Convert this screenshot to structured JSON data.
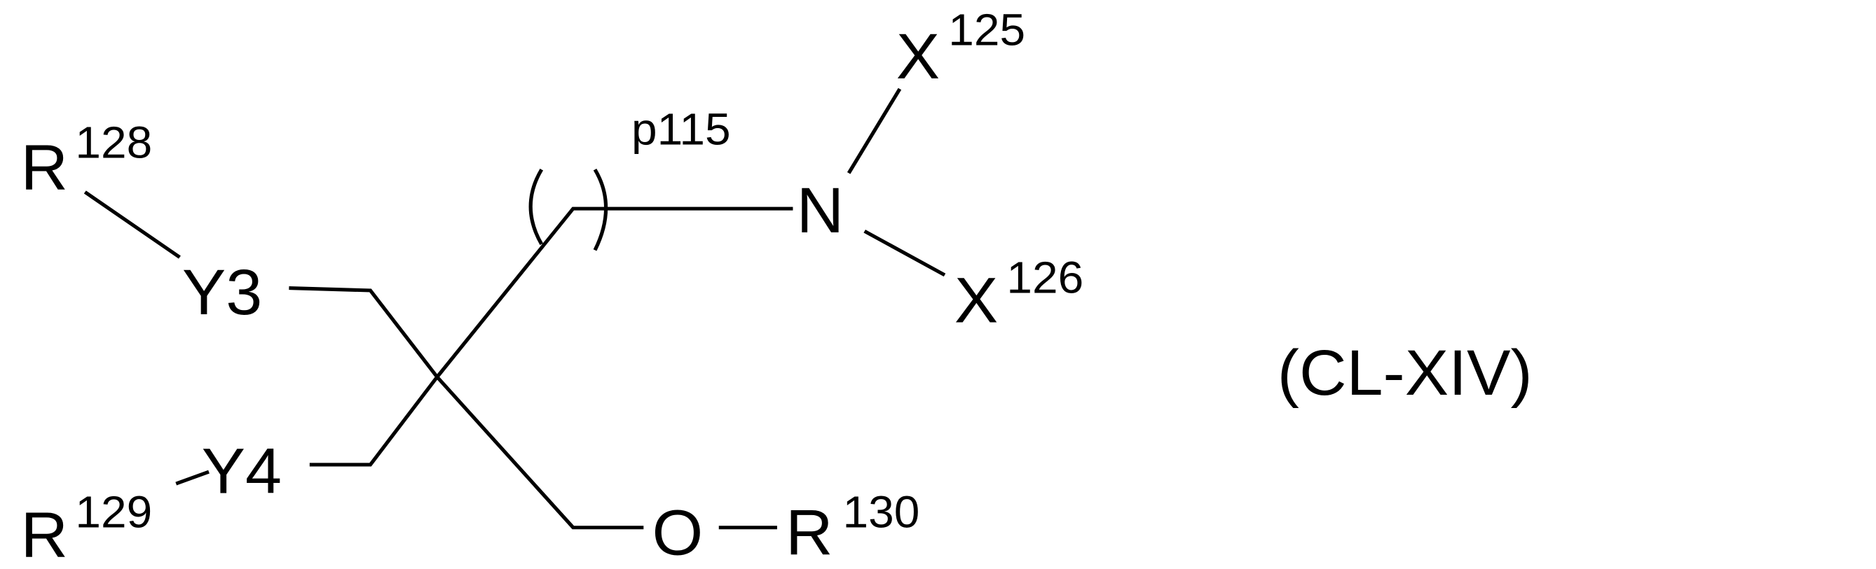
{
  "structure": {
    "atoms": {
      "r128": "R",
      "r128_sup": "128",
      "y3": "Y3",
      "y4": "Y4",
      "r129": "R",
      "r129_sup": "129",
      "n": "N",
      "x125": "X",
      "x125_sup": "125",
      "x126": "X",
      "x126_sup": "126",
      "o": "O",
      "r130": "R",
      "r130_sup": "130"
    },
    "repeat_index": "p115",
    "label": "(CL-XIV)"
  }
}
